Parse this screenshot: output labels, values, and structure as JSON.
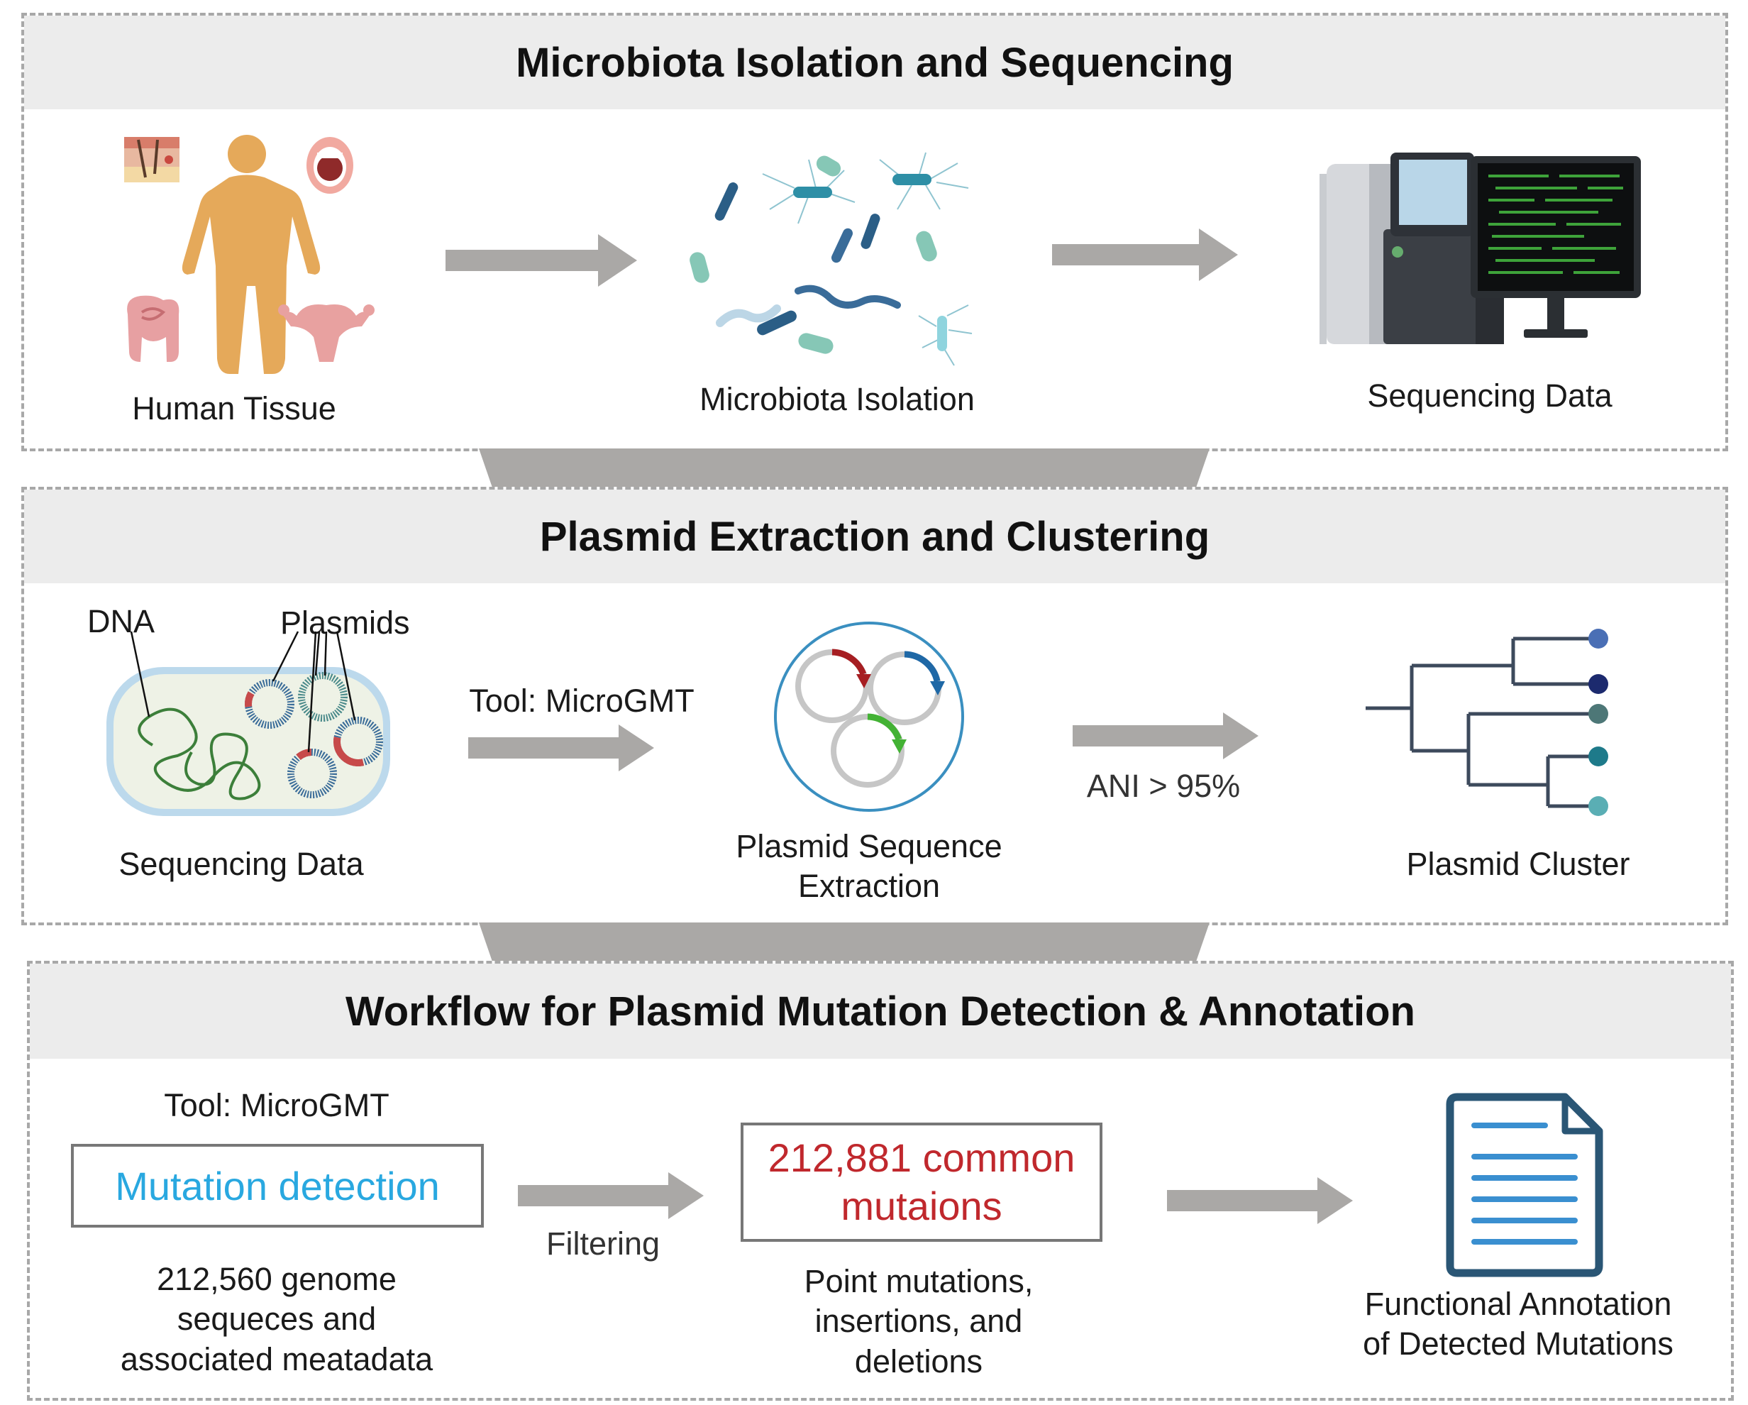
{
  "panels": [
    {
      "title": "Microbiota Isolation and Sequencing",
      "labels": {
        "human_tissue": "Human Tissue",
        "microbiota_isolation": "Microbiota Isolation",
        "sequencing_data": "Sequencing Data"
      }
    },
    {
      "title": "Plasmid Extraction and Clustering",
      "labels": {
        "dna": "DNA",
        "plasmids": "Plasmids",
        "sequencing_data": "Sequencing Data",
        "tool": "Tool: MicroGMT",
        "extraction_line1": "Plasmid Sequence",
        "extraction_line2": "Extraction",
        "ani": "ANI > 95%",
        "plasmid_cluster": "Plasmid Cluster"
      }
    },
    {
      "title": "Workflow for Plasmid Mutation Detection & Annotation",
      "labels": {
        "tool": "Tool: MicroGMT",
        "mutation_detection": "Mutation detection",
        "genome_line1": "212,560 genome",
        "genome_line2": "sequeces and",
        "genome_line3": "associated meatadata",
        "filtering": "Filtering",
        "common_line1": "212,881 common",
        "common_line2": "mutaions",
        "types_line1": "Point mutations,",
        "types_line2": "insertions, and",
        "types_line3": "deletions",
        "annotation_line1": "Functional Annotation",
        "annotation_line2": "of Detected Mutations"
      }
    }
  ],
  "colors": {
    "arrow": "#aaa8a6",
    "mutation_detection": "#29a8e0",
    "common_mutations": "#c0282d",
    "document": "#2a5675"
  }
}
